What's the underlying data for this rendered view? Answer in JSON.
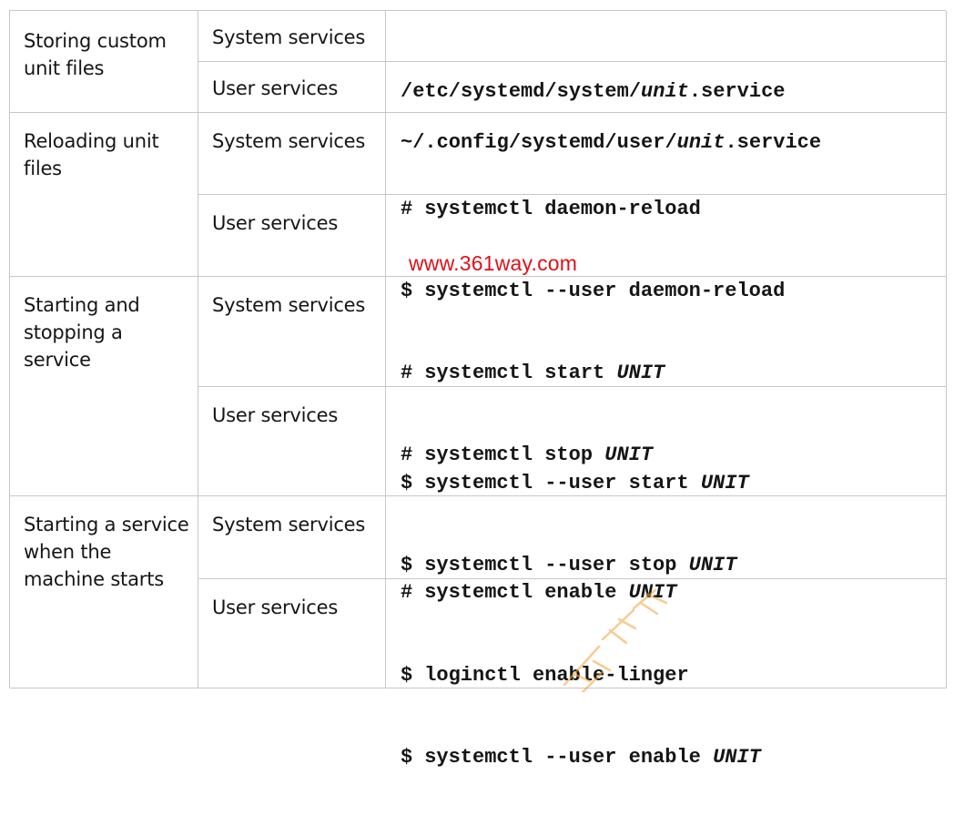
{
  "table": {
    "rows": [
      {
        "topic": "Storing custom unit files",
        "entries": [
          {
            "service_type": "System services",
            "commands": [
              {
                "prompt": "",
                "text": "/etc/systemd/system/",
                "unit": "unit",
                "suffix": ".service"
              }
            ]
          },
          {
            "service_type": "User services",
            "commands": [
              {
                "prompt": "",
                "text": "~/.config/systemd/user/",
                "unit": "unit",
                "suffix": ".service"
              }
            ]
          }
        ]
      },
      {
        "topic": "Reloading unit files",
        "entries": [
          {
            "service_type": "System services",
            "commands": [
              {
                "prompt": "#",
                "text": "systemctl daemon-reload",
                "unit": "",
                "suffix": ""
              }
            ]
          },
          {
            "service_type": "User services",
            "commands": [
              {
                "prompt": "$",
                "text": "systemctl --user daemon-reload",
                "unit": "",
                "suffix": ""
              }
            ]
          }
        ]
      },
      {
        "topic": "Starting and stopping a service",
        "entries": [
          {
            "service_type": "System services",
            "commands": [
              {
                "prompt": "#",
                "text": "systemctl start ",
                "unit": "UNIT",
                "suffix": ""
              },
              {
                "prompt": "#",
                "text": "systemctl stop ",
                "unit": "UNIT",
                "suffix": ""
              }
            ]
          },
          {
            "service_type": "User services",
            "commands": [
              {
                "prompt": "$",
                "text": "systemctl --user start ",
                "unit": "UNIT",
                "suffix": ""
              },
              {
                "prompt": "$",
                "text": "systemctl --user stop ",
                "unit": "UNIT",
                "suffix": ""
              }
            ]
          }
        ]
      },
      {
        "topic": "Starting a service when the machine starts",
        "entries": [
          {
            "service_type": "System services",
            "commands": [
              {
                "prompt": "#",
                "text": "systemctl enable ",
                "unit": "UNIT",
                "suffix": ""
              }
            ]
          },
          {
            "service_type": "User services",
            "commands": [
              {
                "prompt": "$",
                "text": "loginctl enable-linger",
                "unit": "",
                "suffix": ""
              },
              {
                "prompt": "$",
                "text": "systemctl --user enable ",
                "unit": "UNIT",
                "suffix": ""
              }
            ]
          }
        ]
      }
    ]
  },
  "watermark": {
    "text": "www.361way.com",
    "color": "#e0101a"
  },
  "stamp": {
    "color": "#f2a23a"
  }
}
